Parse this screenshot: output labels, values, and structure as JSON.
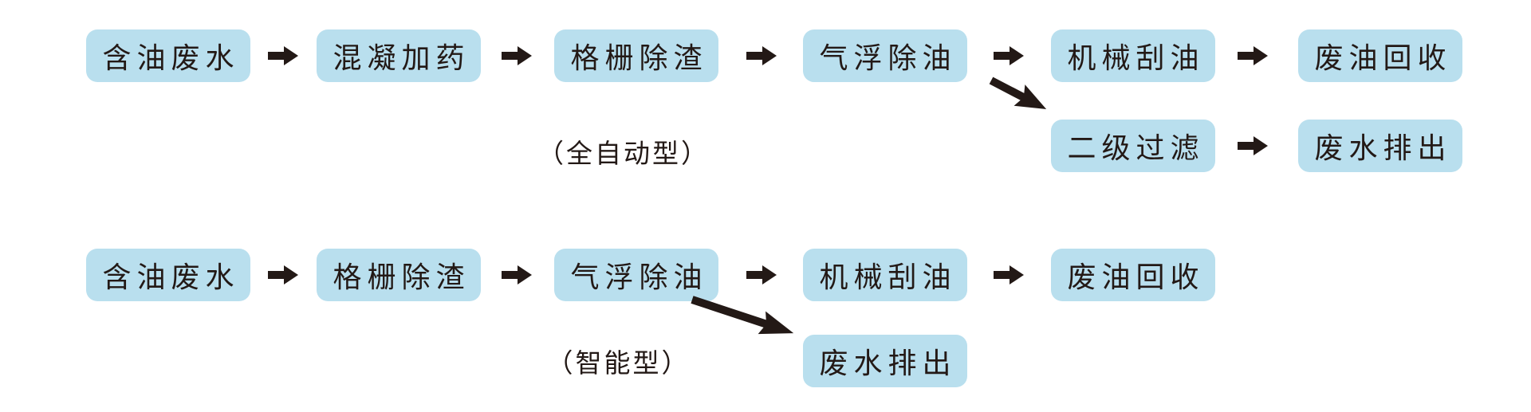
{
  "diagram": {
    "title_none_visible": "",
    "colors": {
      "box_fill": "#b9dfee",
      "arrow": "#231916",
      "text": "#231916",
      "background": "#ffffff"
    },
    "flows": [
      {
        "name": "full-automatic-line",
        "type_label": "（全自动型）",
        "main_path": [
          "含油废水",
          "混凝加药",
          "格栅除渣",
          "气浮除油",
          "机械刮油",
          "废油回收"
        ],
        "branch_path": [
          "二级过滤",
          "废水排出"
        ]
      },
      {
        "name": "intelligent-line",
        "type_label": "（智能型）",
        "main_path": [
          "含油废水",
          "格栅除渣",
          "气浮除油",
          "机械刮油",
          "废油回收"
        ],
        "branch_path": [
          "废水排出"
        ]
      }
    ]
  }
}
